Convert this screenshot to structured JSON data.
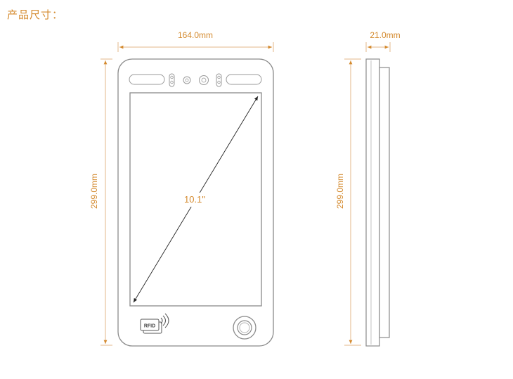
{
  "title": "产品尺寸：",
  "front_view": {
    "width_label": "164.0mm",
    "height_label": "299.0mm",
    "diagonal_label": "10.1\"",
    "rfid_label": "RFID"
  },
  "side_view": {
    "depth_label": "21.0mm",
    "height_label": "299.0mm"
  },
  "colors": {
    "dimension_text": "#d48a2e",
    "dimension_line": "#e3b78a",
    "outline": "#9a9a9a",
    "device_line": "#8a8a8a"
  }
}
